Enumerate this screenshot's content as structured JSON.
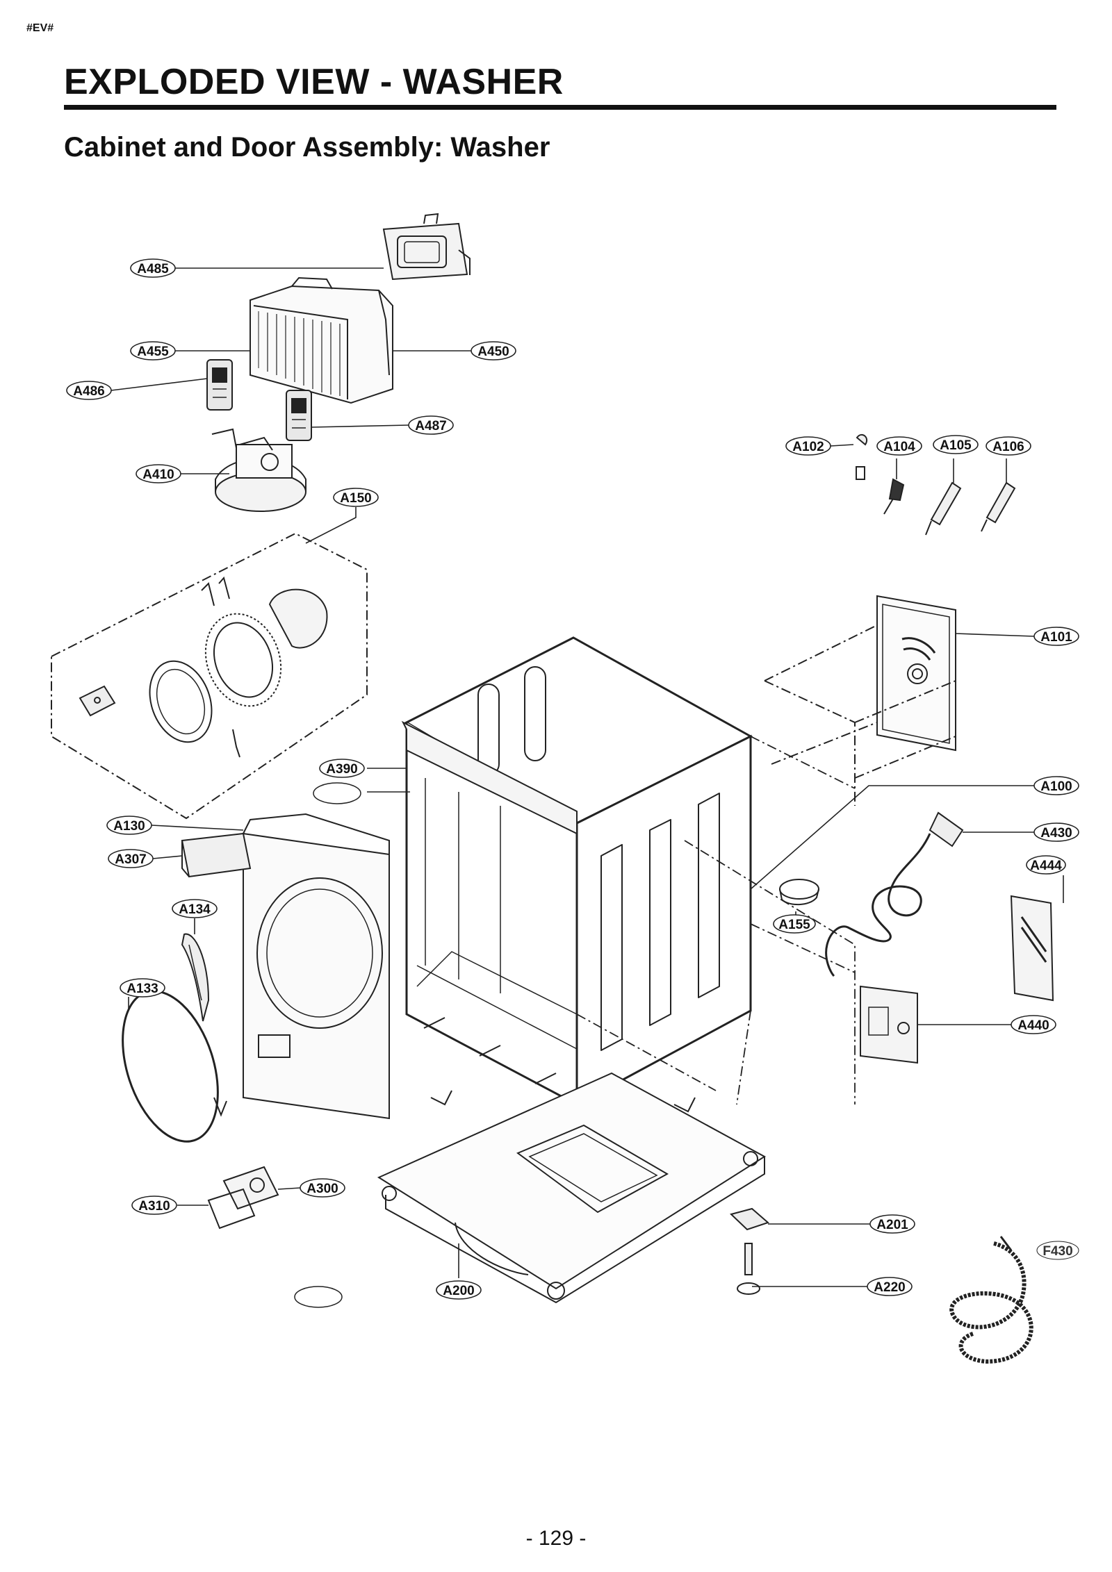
{
  "page": {
    "marker": "#EV#",
    "title": "EXPLODED VIEW - WASHER",
    "subtitle": "Cabinet and Door Assembly: Washer",
    "page_number": "- 129 -"
  },
  "labels": {
    "A485": "A485",
    "A455": "A455",
    "A450": "A450",
    "A486": "A486",
    "A487": "A487",
    "A410": "A410",
    "A150": "A150",
    "A102": "A102",
    "A104": "A104",
    "A105": "A105",
    "A106": "A106",
    "A101": "A101",
    "A390": "A390",
    "A100": "A100",
    "A130": "A130",
    "A430": "A430",
    "A307": "A307",
    "A444": "A444",
    "A134": "A134",
    "A155": "A155",
    "A133": "A133",
    "A440": "A440",
    "A300": "A300",
    "A310": "A310",
    "A201": "A201",
    "F430": "F430",
    "A220": "A220",
    "A200": "A200"
  }
}
